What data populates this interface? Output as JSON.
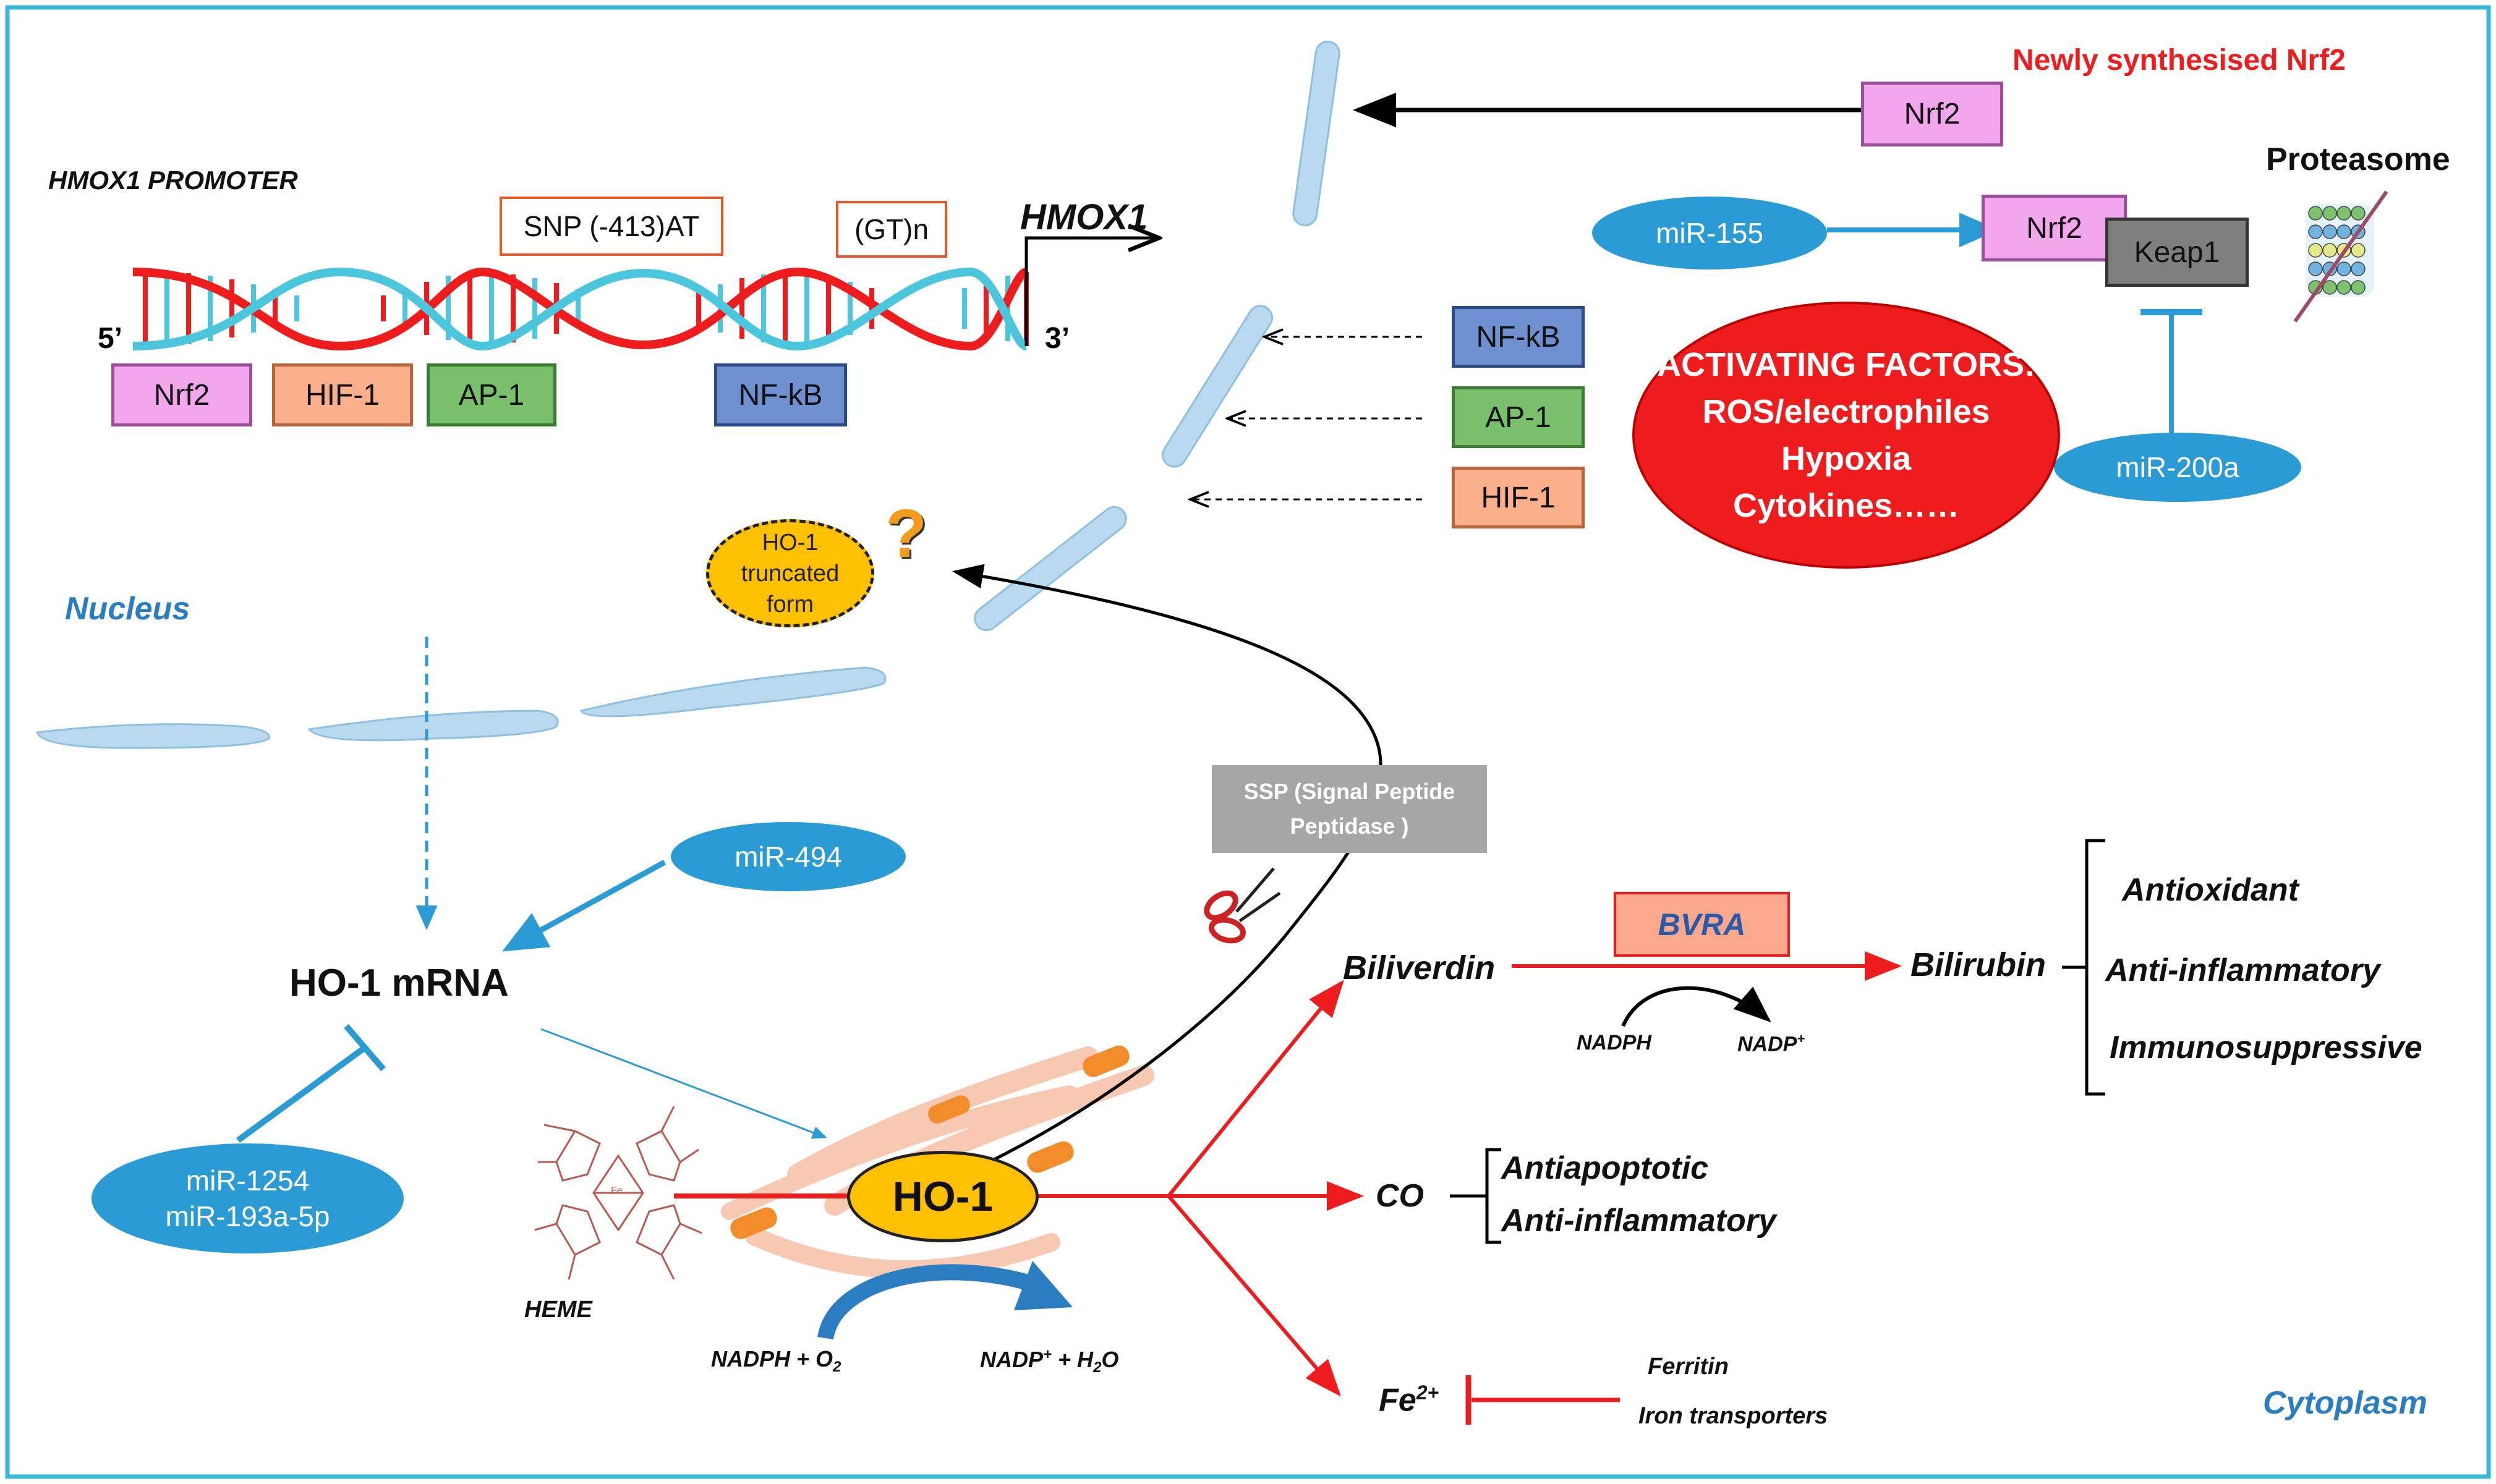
{
  "promoter": {
    "title": "HMOX1 PROMOTER",
    "snp": "SNP (-413)AT",
    "gtn": "(GT)n",
    "gene": "HMOX1",
    "five_prime": "5’",
    "three_prime": "3’",
    "tf_boxes": [
      "Nrf2",
      "HIF-1",
      "AP-1",
      "NF-kB"
    ]
  },
  "nucleus": {
    "label": "Nucleus"
  },
  "cytoplasm": {
    "label": "Cytoplasm"
  },
  "nrf2_pathway": {
    "newly_synthesised": "Newly synthesised Nrf2",
    "nrf2": "Nrf2",
    "nrf2_bound": "Nrf2",
    "keap1": "Keap1",
    "proteasome": "Proteasome",
    "mir155": "miR-155",
    "mir200a": "miR-200a"
  },
  "nuclear_tfs": [
    "NF-kB",
    "AP-1",
    "HIF-1"
  ],
  "activating": {
    "title": "ACTIVATING FACTORS:",
    "line1": "ROS/electrophiles",
    "line2": "Hypoxia",
    "line3": "Cytokines……"
  },
  "truncated": {
    "line1": "HO-1",
    "line2": "truncated",
    "line3": "form",
    "question": "?"
  },
  "ssp": {
    "line1": "SSP (Signal Peptide",
    "line2": "Peptidase )"
  },
  "mrna": {
    "label": "HO-1 mRNA",
    "mir494": "miR-494",
    "mir1254": "miR-1254",
    "mir193": "miR-193a-5p"
  },
  "ho1": {
    "label": "HO-1",
    "heme": "HEME",
    "fe": "Fe"
  },
  "cofactors": {
    "left": "NADPH + O",
    "left_sub": "2",
    "right_a": "NADP",
    "right_sup": "+",
    "right_b": " + H",
    "right_sub": "2",
    "right_c": "O"
  },
  "products": {
    "biliverdin": "Biliverdin",
    "bvra": "BVRA",
    "nadph": "NADPH",
    "nadp": "NADP",
    "nadp_sup": "+",
    "bilirubin": "Bilirubin",
    "bilirubin_effects": [
      "Antioxidant",
      "Anti-inflammatory",
      "Immunosuppressive"
    ],
    "co": "CO",
    "co_effects": [
      "Antiapoptotic",
      "Anti-inflammatory"
    ],
    "fe2": "Fe",
    "fe2_sup": "2+",
    "ferritin": "Ferritin",
    "iron_transporters": "Iron transporters"
  },
  "colors": {
    "frame": "#3ab7d8",
    "membrane": "#b9d9ee",
    "blue_pill": "#2a9bd5",
    "red": "#ee1c1c",
    "ho1_fill": "#ffc000",
    "nrf2_box": "#f2a6ec",
    "hif_box": "#f9b08b",
    "ap1_box": "#79c06d",
    "nfkb_box": "#6e8fd0",
    "ssp_box": "#a6a6a6",
    "bvra_box": "#f9a88c"
  }
}
